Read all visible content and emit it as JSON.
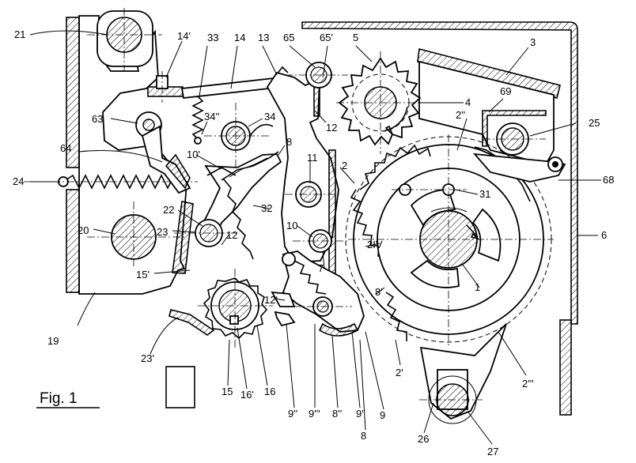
{
  "figure_title": "Fig. 1",
  "labels": {
    "l21": "21",
    "l14p": "14'",
    "l33": "33",
    "l14": "14",
    "l13": "13",
    "l65": "65",
    "l65p": "65'",
    "l5": "5",
    "l3": "3",
    "l4": "4",
    "l69": "69",
    "l2pp": "2''",
    "l25": "25",
    "l63": "63",
    "l34pp": "34''",
    "l34": "34",
    "l12a": "12",
    "l64": "64",
    "l10p": "10'",
    "l8a": "8",
    "l11": "11",
    "l2": "2",
    "l68": "68",
    "l31": "31",
    "l24": "24",
    "l22": "22",
    "l6": "6",
    "l20": "20",
    "l23": "23",
    "l12b": "12",
    "l32": "32",
    "l10": "10",
    "l2iv": "2IV",
    "l15p": "15'",
    "l7": "7",
    "l1": "1",
    "l8p": "8'",
    "l12p": "12'",
    "l19": "19",
    "l23p": "23'",
    "l2p": "2'",
    "l2iii": "2'''",
    "l15": "15",
    "l16p": "16'",
    "l16": "16",
    "l9pp": "9''",
    "l9ppp": "9'''",
    "l8pp": "8''",
    "l9p": "9'",
    "l9": "9",
    "l8b": "8",
    "l26": "26",
    "l27": "27"
  }
}
